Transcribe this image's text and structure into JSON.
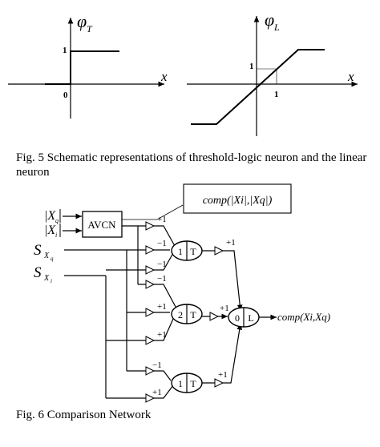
{
  "fig5": {
    "left_plot": {
      "y_symbol": "φ",
      "y_subscript": "T",
      "x_label": "x",
      "tick_y": "1",
      "origin": "0"
    },
    "right_plot": {
      "y_symbol": "φ",
      "y_subscript": "L",
      "x_label": "x",
      "tick_y": "1",
      "tick_x": "1"
    },
    "caption": "Fig. 5 Schematic representations of threshold-logic neuron and the linear neuron"
  },
  "fig6": {
    "inputs": {
      "xq_abs": "|X",
      "xq_sub": "q",
      "xi_abs": "|X",
      "xi_sub": "i",
      "sxq": "S",
      "sxq_sub": "X",
      "sxq_subsub": "q",
      "sxi": "S",
      "sxi_sub": "X",
      "sxi_subsub": "i"
    },
    "avcn_label": "AVCN",
    "comp_box_label": "comp(|Xi|,|Xq|)",
    "weights": {
      "w_avcn": "+1",
      "w_n1_a": "−1",
      "w_n1_b": "−1",
      "w_n1_out": "+1",
      "w_n2_a": "−1",
      "w_n2_b": "+1",
      "w_n2_c": "+1",
      "w_n2_out": "+1",
      "w_n3_a": "−1",
      "w_n3_b": "+1",
      "w_n3_out": "+1"
    },
    "neurons": {
      "n1": {
        "bias": "1",
        "type": "T"
      },
      "n2": {
        "bias": "2",
        "type": "T"
      },
      "n3": {
        "bias": "1",
        "type": "T"
      },
      "out": {
        "bias": "0",
        "type": "L"
      }
    },
    "output_label": "comp(Xi,Xq)",
    "caption": "Fig. 6 Comparison Network"
  }
}
